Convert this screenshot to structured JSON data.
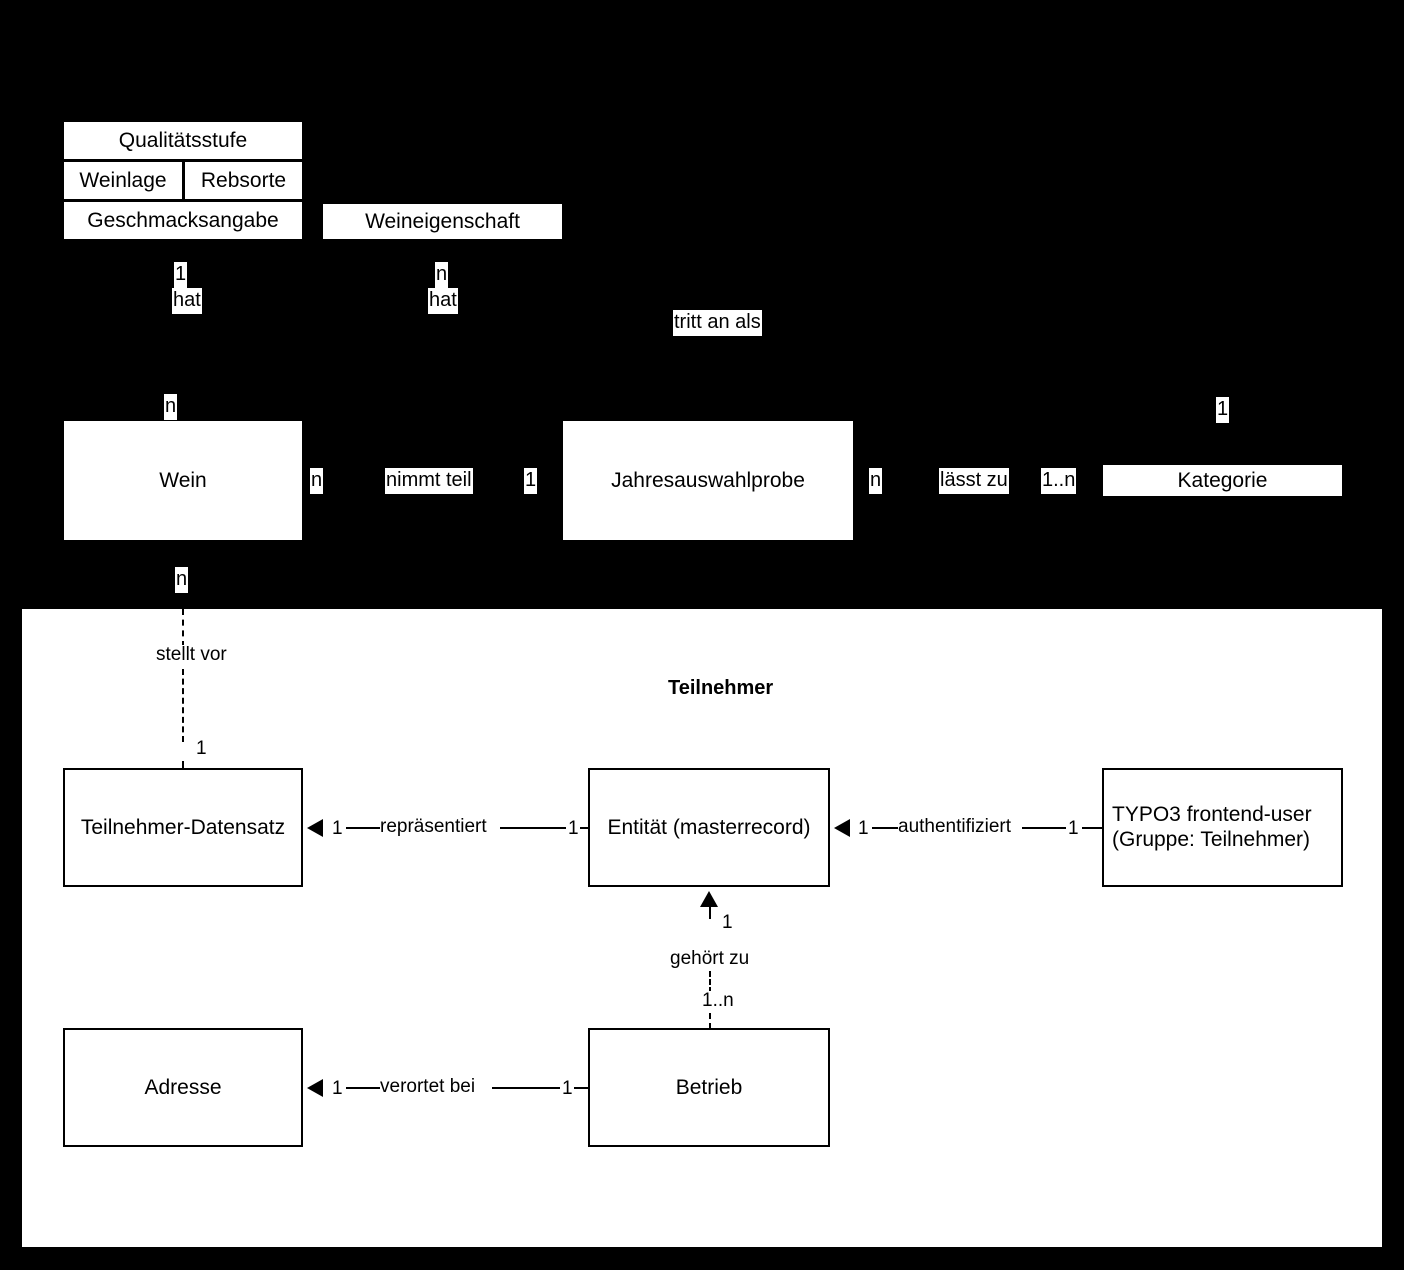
{
  "diagram": {
    "title_lower_panel": "Teilnehmer",
    "colors": {
      "background": "#000000",
      "panel": "#ffffff",
      "stroke": "#000000",
      "text_on_panel": "#000000",
      "text_on_black": "#000000"
    }
  },
  "upper": {
    "quality_table": {
      "header": "Qualitätsstufe",
      "row_left": "Weinlage",
      "row_right": "Rebsorte",
      "footer": "Geschmacksangabe"
    },
    "entities": {
      "weineigenschaft": "Weineigenschaft",
      "wein": "Wein",
      "jahresauswahlprobe": "Jahresauswahlprobe",
      "kategorie": "Kategorie"
    },
    "relations": [
      {
        "card_top": "1",
        "verb": "hat"
      },
      {
        "card_top": "n",
        "verb": "hat"
      },
      {
        "verb": "tritt an als"
      },
      {
        "card_left": "n",
        "verb": "nimmt teil",
        "card_right": "1"
      },
      {
        "card_left": "n",
        "verb": "lässt zu",
        "card_right": "1..n"
      }
    ],
    "cardinalities": {
      "wein_top": "n",
      "wein_right": "n",
      "wein_bottom": "n",
      "nimmt_teil": "nimmt teil",
      "jahres_left": "1",
      "jahres_right": "n",
      "laesst_zu": "lässt zu",
      "kategorie_left": "1..n",
      "kategorie_top": "1",
      "tritt_an_als": "tritt an als",
      "hat_left_card": "1",
      "hat_left_verb": "hat",
      "hat_right_card": "n",
      "hat_right_verb": "hat"
    }
  },
  "lower": {
    "title": "Teilnehmer",
    "entities": {
      "teilnehmer_datensatz": "Teilnehmer-Datensatz",
      "entitaet": "Entität (masterrecord)",
      "typo3_user_line1": "TYPO3 frontend-user",
      "typo3_user_line2": "(Gruppe: Teilnehmer)",
      "adresse": "Adresse",
      "betrieb": "Betrieb"
    },
    "relations": {
      "stellt_vor_verb": "stellt vor",
      "stellt_vor_card": "1",
      "repraesentiert_verb": "repräsentiert",
      "repraesentiert_card_left": "1",
      "repraesentiert_card_right": "1",
      "authentifiziert_verb": "authentifiziert",
      "authentifiziert_card_left": "1",
      "authentifiziert_card_right": "1",
      "gehoert_zu_verb": "gehört zu",
      "gehoert_zu_card_top": "1",
      "gehoert_zu_card_bottom": "1..n",
      "verortet_bei_verb": "verortet bei",
      "verortet_bei_card_left": "1",
      "verortet_bei_card_right": "1"
    }
  }
}
